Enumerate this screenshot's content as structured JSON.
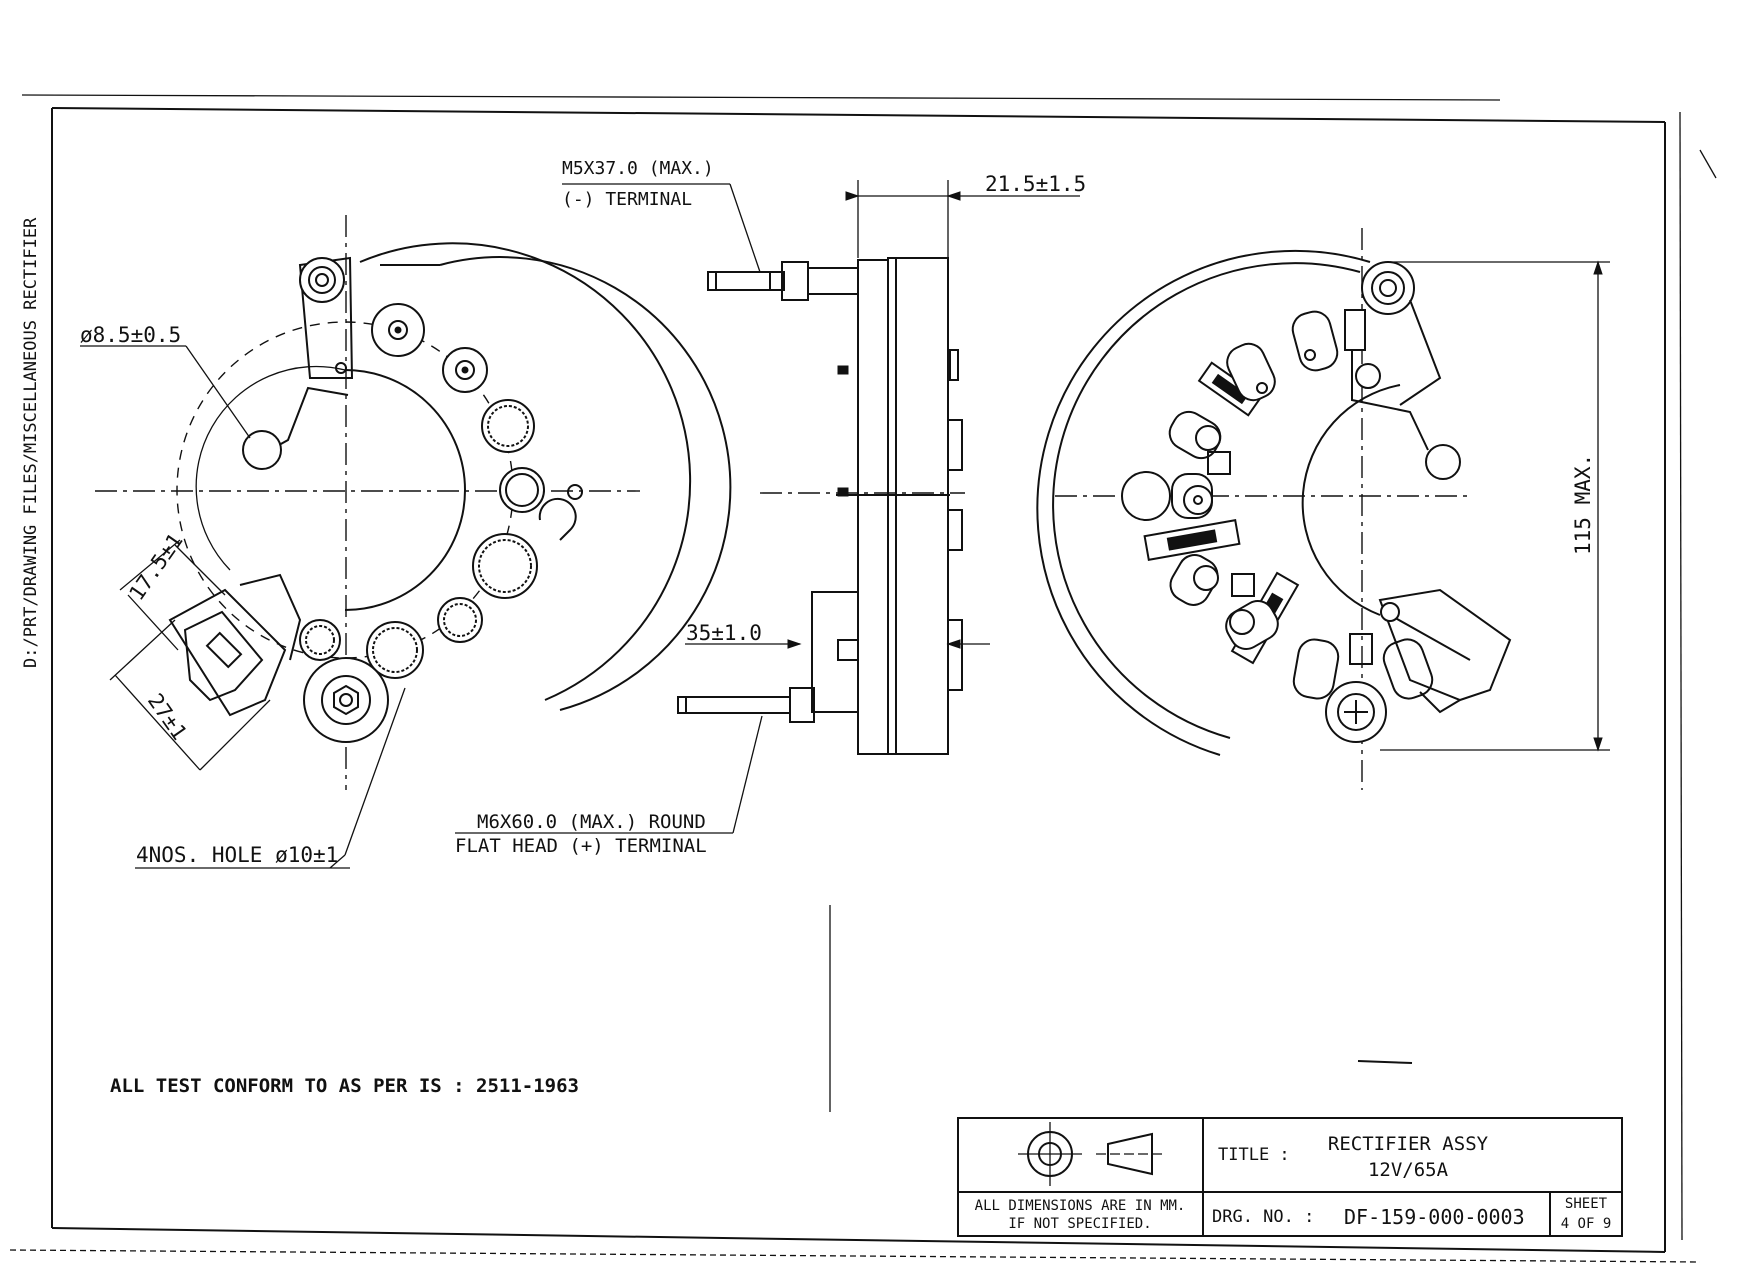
{
  "side_label": "D:/PRT/DRAWING FILES/MISCELLANEOUS RECTIFIER",
  "dimensions": {
    "hole_dia": "ø8.5±0.5",
    "dim_17_5": "17.5±1",
    "dim_27": "27±1",
    "holes_note": "4NOS. HOLE ø10±1",
    "neg_terminal_line1": "M5X37.0 (MAX.)",
    "neg_terminal_line2": "(-) TERMINAL",
    "thickness": "21.5±1.5",
    "depth": "35±1.0",
    "pos_terminal_line1": "M6X60.0 (MAX.) ROUND",
    "pos_terminal_line2": "FLAT HEAD (+) TERMINAL",
    "height": "115 MAX."
  },
  "notes": {
    "test_standard": "ALL TEST CONFORM TO AS PER IS : 2511-1963"
  },
  "title_block": {
    "units_line1": "ALL DIMENSIONS ARE IN MM.",
    "units_line2": "IF NOT SPECIFIED.",
    "title_label": "TITLE :",
    "title_line1": "RECTIFIER ASSY",
    "title_line2": "12V/65A",
    "drg_label": "DRG. NO. :",
    "drg_no": "DF-159-000-0003",
    "sheet_label": "SHEET",
    "sheet_value": "4 OF 9"
  }
}
